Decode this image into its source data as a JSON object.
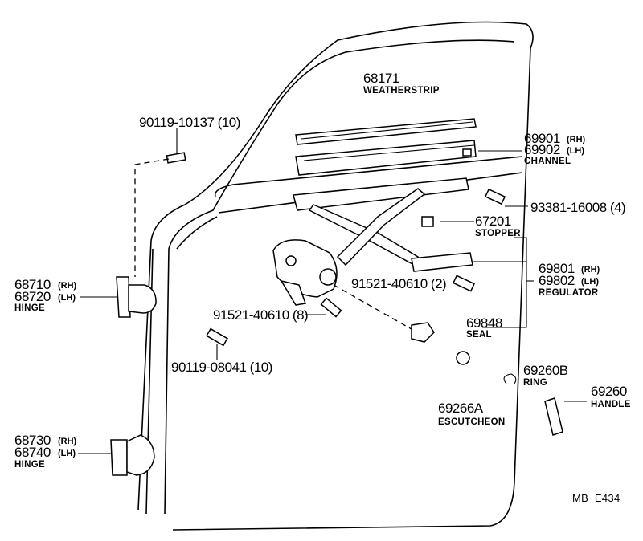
{
  "labels": {
    "weatherstrip": {
      "number": "68171",
      "name": "WEATHERSTRIP"
    },
    "bolt_upper_hinge": {
      "number": "90119-10137 (10)"
    },
    "channel": {
      "rh": "69901",
      "rh_tag": "(RH)",
      "lh": "69902",
      "lh_tag": "(LH)",
      "name": "CHANNEL"
    },
    "screw_channel": {
      "number": "93381-16008 (4)"
    },
    "stopper": {
      "number": "67201",
      "name": "STOPPER"
    },
    "upper_hinge": {
      "rh": "68710",
      "rh_tag": "(RH)",
      "lh": "68720",
      "lh_tag": "(LH)",
      "name": "HINGE"
    },
    "bolt_regulator_2": {
      "number": "91521-40610 (2)"
    },
    "regulator": {
      "rh": "69801",
      "rh_tag": "(RH)",
      "lh": "69802",
      "lh_tag": "(LH)",
      "name": "REGULATOR"
    },
    "bolt_regulator_8": {
      "number": "91521-40610 (8)"
    },
    "seal": {
      "number": "69848",
      "name": "SEAL"
    },
    "bolt_lower": {
      "number": "90119-08041 (10)"
    },
    "ring": {
      "number": "69260B",
      "name": "RING"
    },
    "handle": {
      "number": "69260",
      "name": "HANDLE"
    },
    "escutcheon": {
      "number": "69266A",
      "name": "ESCUTCHEON"
    },
    "lower_hinge": {
      "rh": "68730",
      "rh_tag": "(RH)",
      "lh": "68740",
      "lh_tag": "(LH)",
      "name": "HINGE"
    },
    "figure_code": "MB  E434"
  }
}
